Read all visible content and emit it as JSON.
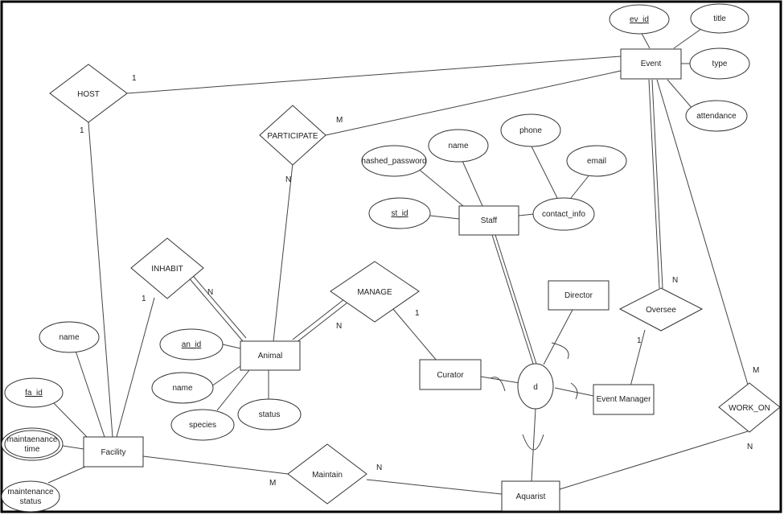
{
  "entities": {
    "event": "Event",
    "staff": "Staff",
    "animal": "Animal",
    "curator": "Curator",
    "director": "Director",
    "event_manager": "Event Manager",
    "facility": "Facility",
    "aquarist": "Aquarist"
  },
  "relationships": {
    "host": "HOST",
    "participate": "PARTICIPATE",
    "inhabit": "INHABIT",
    "manage": "MANAGE",
    "oversee": "Oversee",
    "work_on": "WORK_ON",
    "maintain": "Maintain"
  },
  "attributes": {
    "ev_id": "ev_id",
    "title": "title",
    "type": "type",
    "attendance": "attendance",
    "st_id": "st_id",
    "hashed_password": "hashed_password",
    "staff_name": "name",
    "phone": "phone",
    "email": "email",
    "contact_info": "contact_info",
    "an_id": "an_id",
    "animal_name": "name",
    "species": "species",
    "status": "status",
    "facility_name": "name",
    "fa_id": "fa_id",
    "maintenance_time_1": "maintaenance",
    "maintenance_time_2": "time",
    "maintenance_status_1": "maintenance",
    "maintenance_status_2": "status"
  },
  "specialization": "d",
  "cardinalities": {
    "host_event": "1",
    "host_facility": "1",
    "participate_event": "M",
    "participate_animal": "N",
    "inhabit_facility": "1",
    "inhabit_animal": "N",
    "manage_curator": "1",
    "manage_animal": "N",
    "oversee_event": "N",
    "oversee_manager": "1",
    "work_on_event": "M",
    "work_on_aquarist": "N",
    "maintain_facility": "M",
    "maintain_aquarist": "N"
  }
}
